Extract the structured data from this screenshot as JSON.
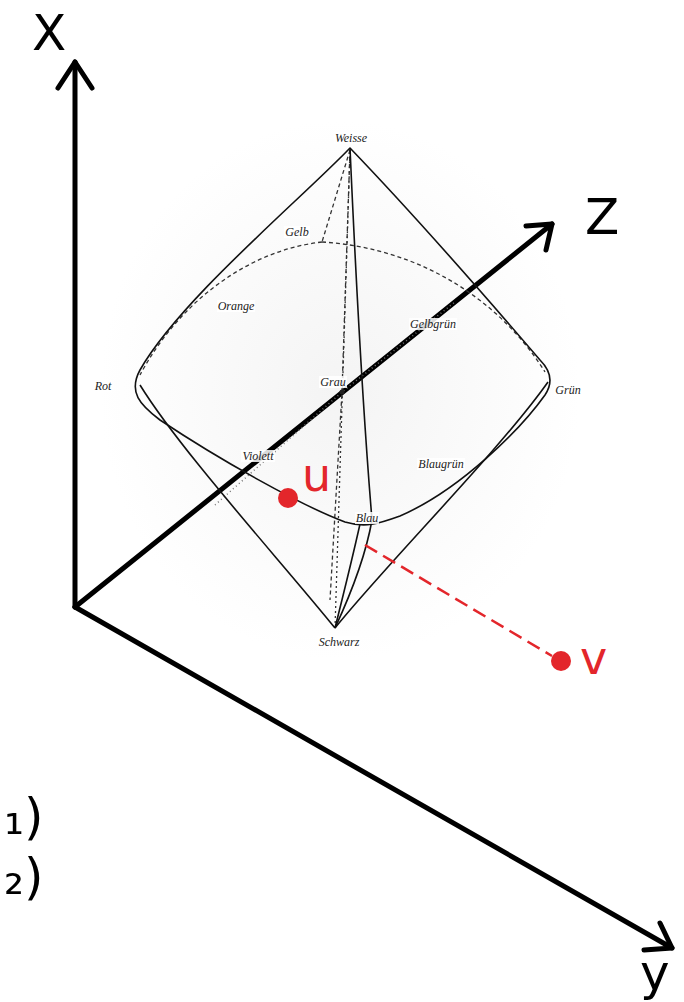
{
  "diagram": {
    "labels": [
      "X",
      "Z",
      "y",
      "Weisse",
      "Gelb",
      "Orange",
      "Gelbgrün",
      "Rot",
      "Grau",
      "Grün",
      "Violett",
      "Blaugrün",
      "Blau",
      "Schwarz",
      "u",
      "v",
      "₁)",
      "₂)"
    ]
  }
}
